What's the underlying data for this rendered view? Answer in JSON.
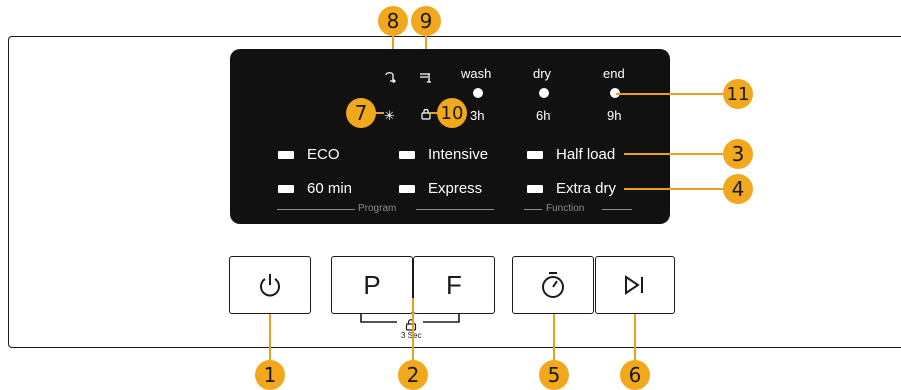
{
  "display": {
    "phases": [
      {
        "label": "wash",
        "time": "3h"
      },
      {
        "label": "dry",
        "time": "6h"
      },
      {
        "label": "end",
        "time": "9h"
      }
    ],
    "programs": [
      {
        "label": "ECO"
      },
      {
        "label": "Intensive"
      },
      {
        "label": "60 min"
      },
      {
        "label": "Express"
      }
    ],
    "functions": [
      {
        "label": "Half load"
      },
      {
        "label": "Extra dry"
      }
    ],
    "group_labels": {
      "program": "Program",
      "function": "Function"
    },
    "icons": {
      "rinse_aid": "rinse-aid-icon",
      "salt": "salt-icon",
      "snowflake": "snowflake-icon",
      "lock": "child-lock-icon"
    }
  },
  "buttons": {
    "power": {
      "icon": "power-icon"
    },
    "program": {
      "label": "P"
    },
    "function": {
      "label": "F"
    },
    "delay": {
      "icon": "timer-icon"
    },
    "start": {
      "icon": "start-pause-icon"
    }
  },
  "lock_hint": {
    "icon": "lock-icon",
    "text": "3 Sec"
  },
  "callouts": [
    "1",
    "2",
    "3",
    "4",
    "5",
    "6",
    "7",
    "8",
    "9",
    "10",
    "11"
  ],
  "colors": {
    "callout": "#f2a81d",
    "display_bg": "#111111",
    "outline": "#1a1a1a"
  }
}
